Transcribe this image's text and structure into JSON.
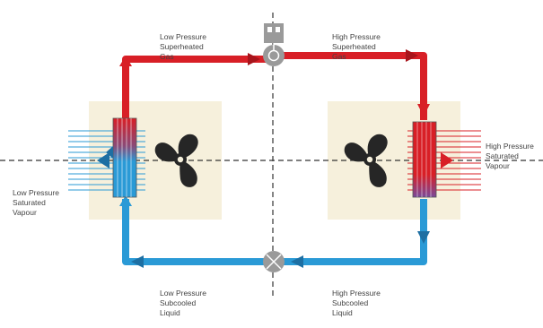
{
  "colors": {
    "hot": "#d81f26",
    "hot_dark": "#a8141b",
    "cold": "#2a9ad6",
    "cold_dark": "#1d6fa3",
    "panel": "#f6f0dc",
    "fan": "#262626",
    "valve": "#9a9a9a",
    "axis": "#333333"
  },
  "icons": {
    "compressor": "compressor-icon",
    "expansion_valve": "expansion-valve-icon",
    "fan": "fan-icon"
  },
  "labels": {
    "top_left": [
      "Low Pressure",
      "Superheated",
      "Gas"
    ],
    "top_right": [
      "High Pressure",
      "Superheated",
      "Gas"
    ],
    "right": [
      "High Pressure",
      "Saturated",
      "Vapour"
    ],
    "left": [
      "Low Pressure",
      "Saturated",
      "Vapour"
    ],
    "bottom_left": [
      "Low Pressure",
      "Subcooled",
      "Liquid"
    ],
    "bottom_right": [
      "High Pressure",
      "Subcooled",
      "Liquid"
    ]
  }
}
